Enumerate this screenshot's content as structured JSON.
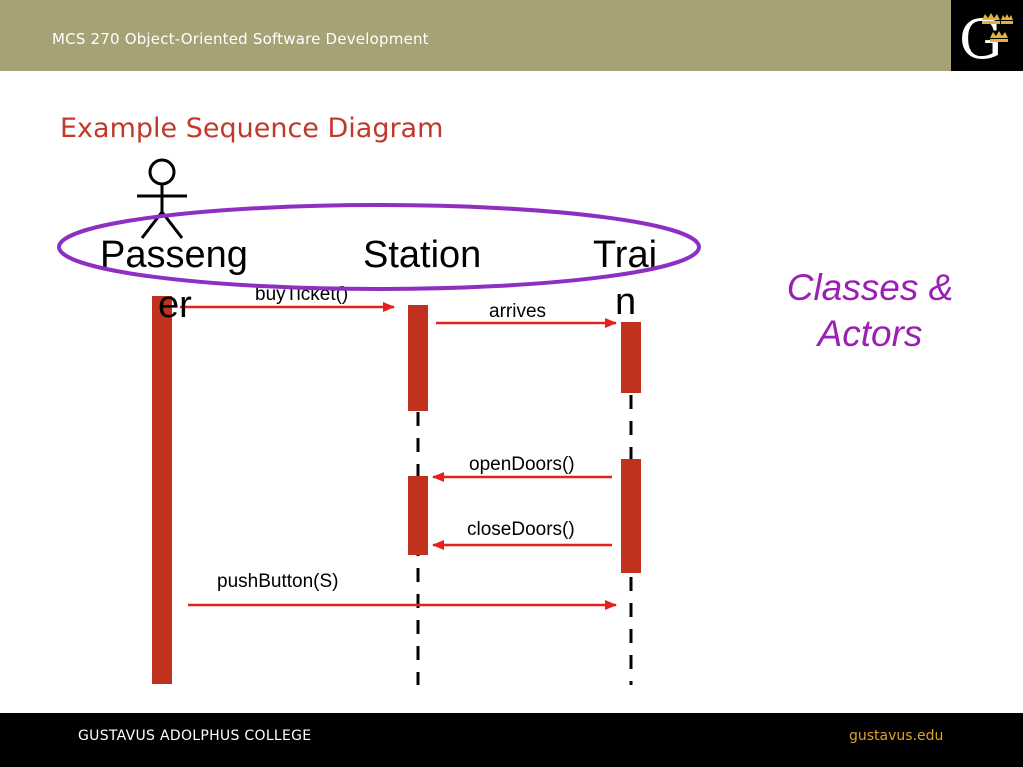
{
  "header": {
    "course_title": "MCS 270 Object-Oriented Software Development",
    "logo_icon": "gustavus-g-crowns-logo-icon"
  },
  "slide": {
    "title": "Example Sequence Diagram",
    "side_note_line1": "Classes &",
    "side_note_line2": "Actors"
  },
  "diagram": {
    "actor_icon": "stick-figure-actor-icon",
    "lifelines": [
      {
        "label_line1": "Passeng",
        "label_line2": "er"
      },
      {
        "label_line1": "Station",
        "label_line2": ""
      },
      {
        "label_line1": "Trai",
        "label_line2": "n"
      }
    ],
    "messages": [
      {
        "label": "buyTicket()",
        "from": "Passenger",
        "to": "Station"
      },
      {
        "label": "arrives",
        "from": "Station",
        "to": "Train"
      },
      {
        "label": "openDoors()",
        "from": "Train",
        "to": "Station"
      },
      {
        "label": "closeDoors()",
        "from": "Train",
        "to": "Station"
      },
      {
        "label": "pushButton(S)",
        "from": "Passenger",
        "to": "Train"
      }
    ]
  },
  "footer": {
    "college": "GUSTAVUS ADOLPHUS COLLEGE",
    "website": "gustavus.edu"
  },
  "colors": {
    "header_bg": "#a6a276",
    "title_red": "#c0392b",
    "activation_red": "#c0321f",
    "arrow_red": "#e8201c",
    "ellipse_purple": "#8e2fc4",
    "note_purple": "#9b1fb5",
    "footer_link": "#e0a02c"
  }
}
